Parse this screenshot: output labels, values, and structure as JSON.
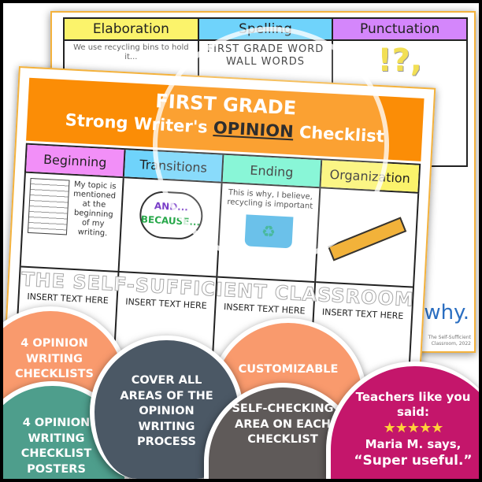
{
  "back_sheet": {
    "headers": [
      "Elaboration",
      "Spelling",
      "Punctuation"
    ],
    "elaboration_text": "We use recycling bins to hold it...",
    "spelling_text": "FIRST GRADE WORD WALL WORDS",
    "punctuation_marks": "!?,",
    "corner_text": "why.",
    "copyright": "The Self-Sufficient Classroom, 2022"
  },
  "front_sheet": {
    "title_line1": "FIRST GRADE",
    "title_pre": "Strong Writer's",
    "title_emph": "OPINION",
    "title_post": "Checklist",
    "headers": [
      "Beginning",
      "Transitions",
      "Ending",
      "Organization"
    ],
    "beginning_text": "My topic is mentioned at the beginning of my writing.",
    "transition_words": [
      "AND...",
      "BECAUSE..."
    ],
    "ending_text": "This is why, I believe, recycling is important",
    "placeholder": "INSERT TEXT HERE"
  },
  "watermark": "THE SELF-SUFFICIENT CLASSROOM",
  "features": [
    {
      "text": "4 OPINION WRITING CHECKLISTS",
      "color": "#f99a6d"
    },
    {
      "text": "4 OPINION WRITING CHECKLIST POSTERS",
      "color": "#4e9e8c"
    },
    {
      "text": "COVER ALL AREAS OF THE OPINION WRITING PROCESS",
      "color": "#4b5865"
    },
    {
      "text": "CUSTOMIZABLE",
      "color": "#f99a6d"
    },
    {
      "text": "SELF-CHECKING AREA ON EACH CHECKLIST",
      "color": "#5f5a59"
    }
  ],
  "review": {
    "heading": "Teachers like you said:",
    "stars": "★★★★★",
    "rating": 5,
    "reviewer": "Maria M. says,",
    "quote": "“Super useful.”",
    "color": "#c4166b"
  }
}
